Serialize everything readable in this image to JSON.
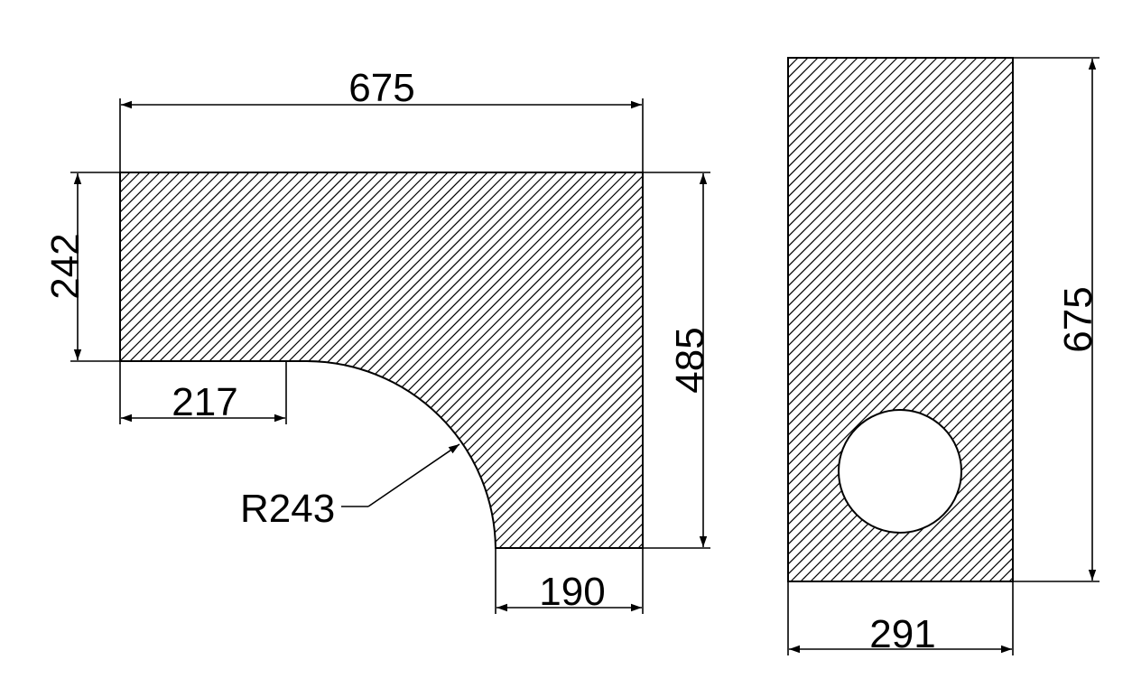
{
  "drawing": {
    "left_view": {
      "dim_top_width": "675",
      "dim_left_height": "242",
      "dim_right_height": "485",
      "dim_notch_width": "217",
      "dim_radius": "R243",
      "dim_bottom_width": "190"
    },
    "right_view": {
      "dim_height": "675",
      "dim_width": "291"
    },
    "colors": {
      "line": "#000000",
      "background": "#ffffff"
    }
  }
}
